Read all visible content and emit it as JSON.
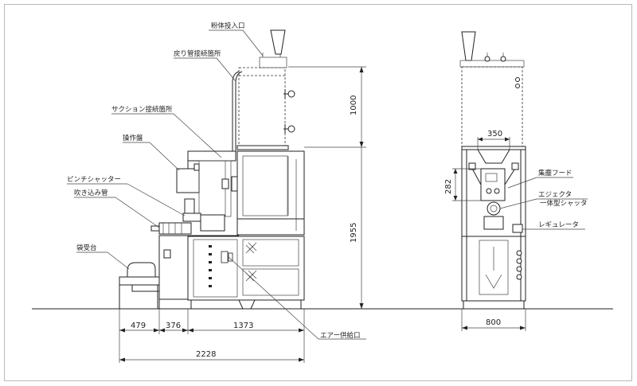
{
  "labels": {
    "powder_inlet": "粉体投入口",
    "return_pipe": "戻り管接続箇所",
    "suction": "サクション接続箇所",
    "control_panel": "操作盤",
    "pinch_shutter": "ピンチシャッター",
    "blow_pipe": "吹き込み管",
    "bag_stand": "袋受台",
    "air_supply": "エアー供給口",
    "dust_hood": "集塵フード",
    "ejector": "エジェクタ",
    "integral_shutter": "一体型シャッタ",
    "regulator": "レギュレータ"
  },
  "dimensions": {
    "d1000": "1000",
    "d1955": "1955",
    "d479": "479",
    "d376": "376",
    "d1373": "1373",
    "d2228": "2228",
    "d350": "350",
    "d282": "282",
    "d800": "800"
  }
}
